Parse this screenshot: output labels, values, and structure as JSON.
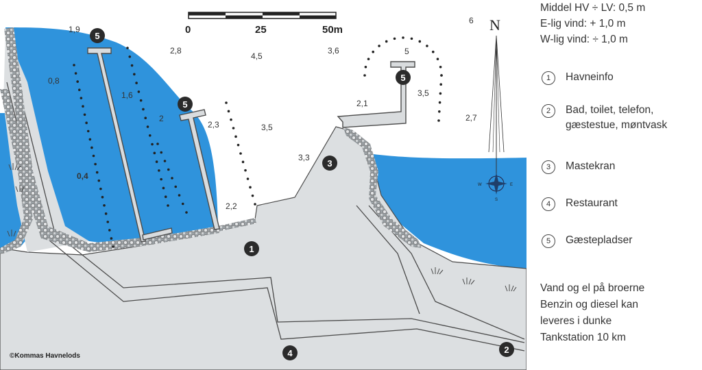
{
  "tide_info": [
    "Middel HV ÷ LV: 0,5 m",
    "E-lig vind: + 1,0 m",
    "W-lig vind: ÷ 1,0 m"
  ],
  "legend": [
    {
      "num": "1",
      "text": "Havneinfo"
    },
    {
      "num": "2",
      "text": "Bad, toilet, telefon,\ngæstestue, møntvask"
    },
    {
      "num": "3",
      "text": "Mastekran"
    },
    {
      "num": "4",
      "text": "Restaurant"
    },
    {
      "num": "5",
      "text": "Gæstepladser"
    }
  ],
  "bottom_info": [
    "Vand og el på broerne",
    "Benzin og diesel kan",
    "leveres i dunke",
    "Tankstation 10 km"
  ],
  "scale": {
    "labels": [
      "0",
      "25",
      "50m"
    ]
  },
  "north_label": "N",
  "compass": {
    "w": "W",
    "e": "E",
    "s": "S"
  },
  "copyright": "©Kommas Havnelods",
  "badges": {
    "guest": "5",
    "info": "1",
    "bath": "2",
    "crane": "3",
    "restaurant": "4"
  },
  "depths": [
    "1,9",
    "2,8",
    "4,5",
    "3,6",
    "6",
    "5",
    "0,8",
    "1,6",
    "2",
    "2,3",
    "3,5",
    "2,1",
    "3,5",
    "2,7",
    "3,3",
    "0,4",
    "2,2"
  ],
  "colors": {
    "water": "#2f93dc",
    "land": "#dcdfe1",
    "outline": "#4a4a4a"
  }
}
